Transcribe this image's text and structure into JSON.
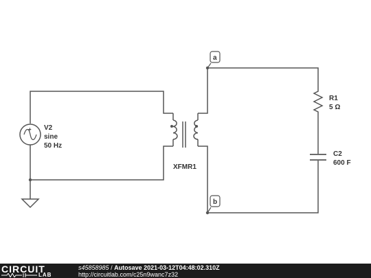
{
  "components": {
    "source": {
      "name": "V2",
      "type": "sine",
      "freq": "50 Hz"
    },
    "transformer": {
      "name": "XFMR1"
    },
    "resistor": {
      "name": "R1",
      "value": "5 Ω"
    },
    "capacitor": {
      "name": "C2",
      "value": "600 F"
    }
  },
  "nodes": {
    "a": "a",
    "b": "b"
  },
  "footer": {
    "logo_top": "CIRCUIT",
    "logo_bottom": "LAB",
    "circuit_id": "s45858985",
    "separator": "/",
    "title": "Autosave 2021-03-12T04:48:02.310Z",
    "url": "http://circuitlab.com/c25n9wanc7z32"
  }
}
